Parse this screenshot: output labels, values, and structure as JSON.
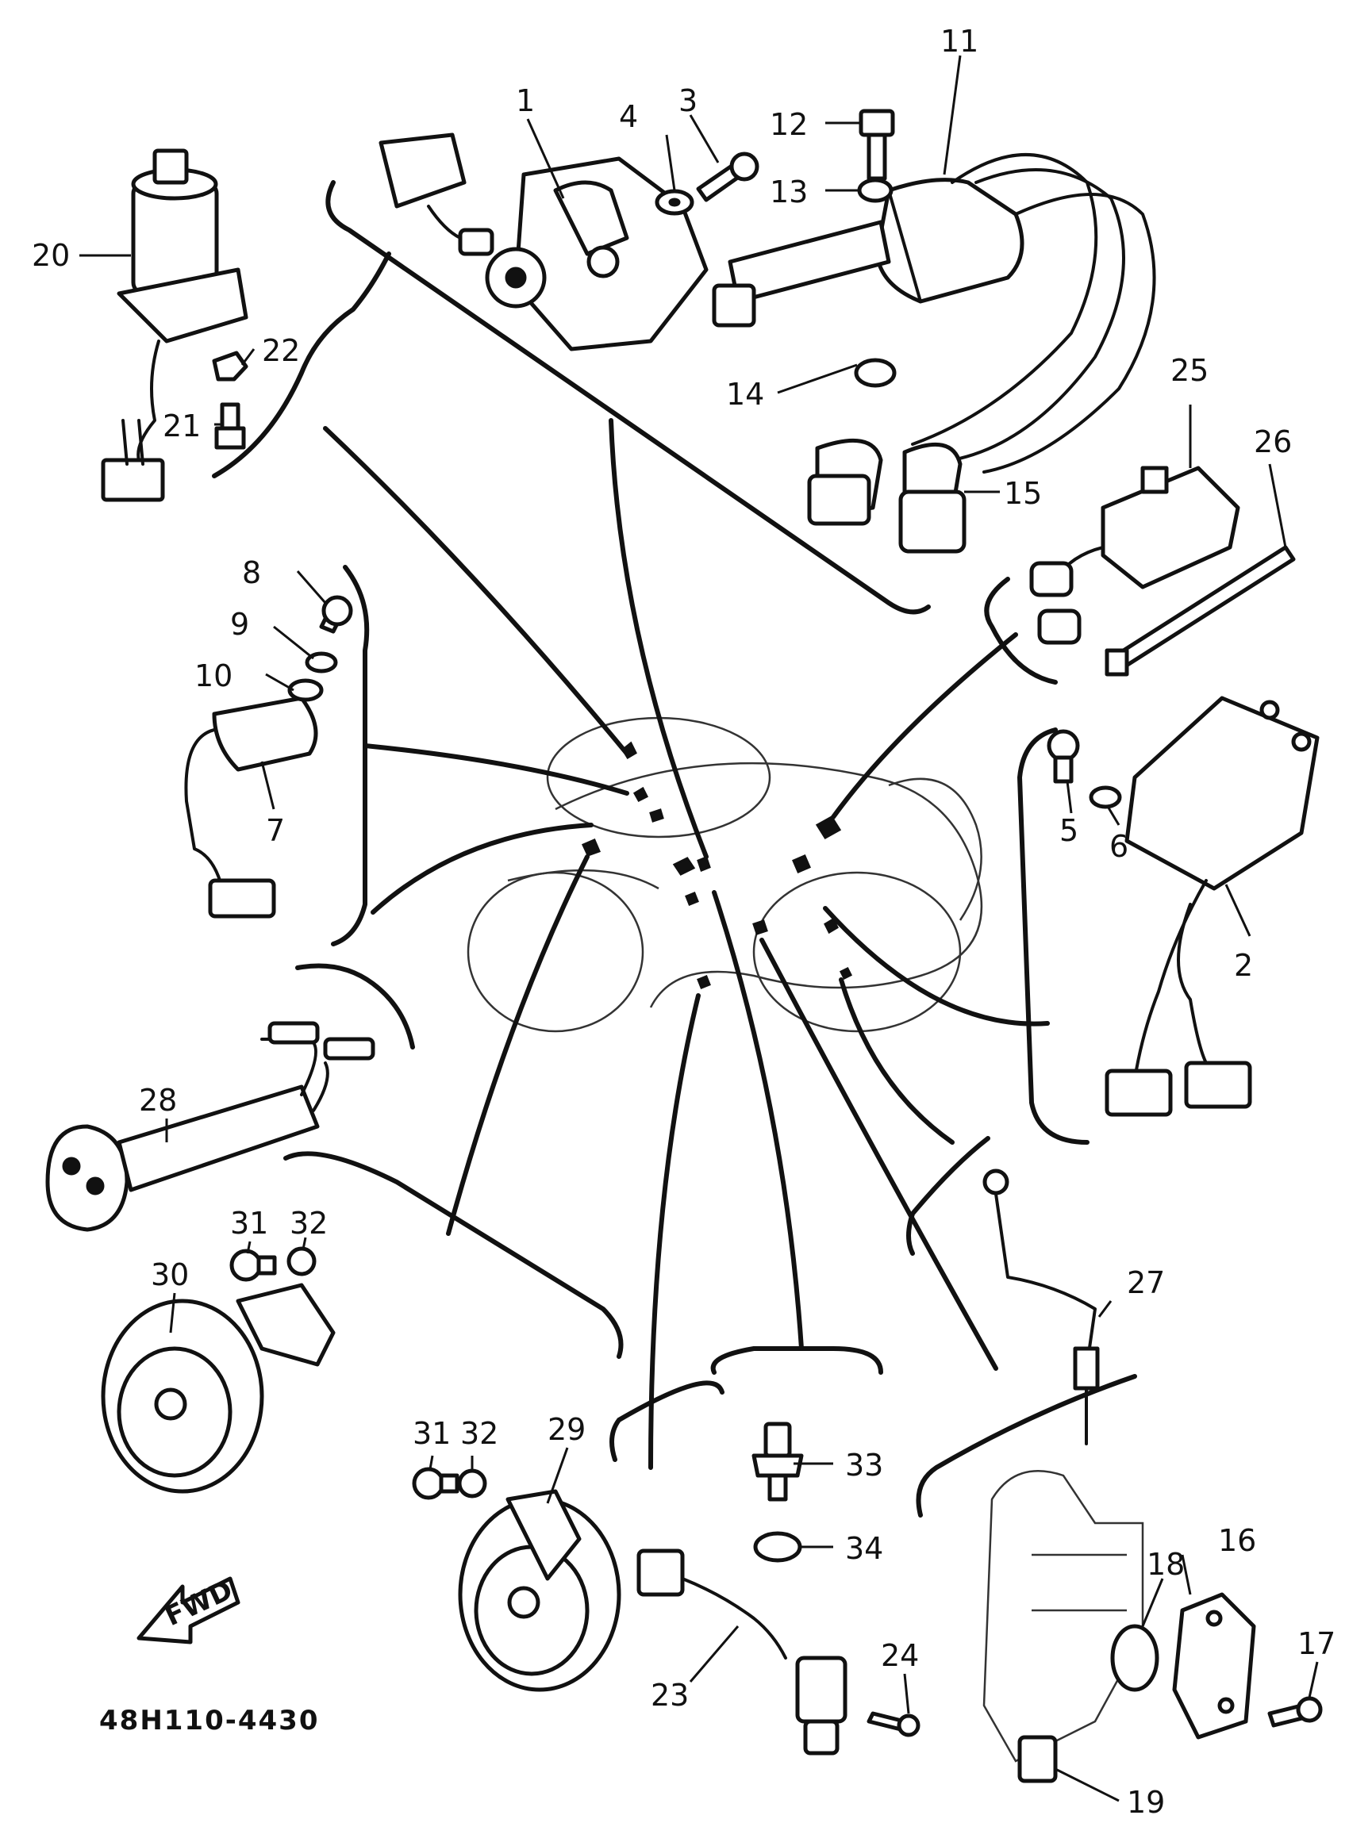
{
  "diagram": {
    "part_code": "48H110-4430",
    "direction_arrow": "FWD",
    "callouts": {
      "c1": "1",
      "c2": "2",
      "c3": "3",
      "c4": "4",
      "c5": "5",
      "c6": "6",
      "c7": "7",
      "c8": "8",
      "c9": "9",
      "c10": "10",
      "c11": "11",
      "c12": "12",
      "c13": "13",
      "c14": "14",
      "c15": "15",
      "c16": "16",
      "c17": "17",
      "c18": "18",
      "c19": "19",
      "c20": "20",
      "c21": "21",
      "c22": "22",
      "c23": "23",
      "c24": "24",
      "c25": "25",
      "c26": "26",
      "c27": "27",
      "c28": "28",
      "c29": "29",
      "c30": "30",
      "c31a": "31",
      "c32a": "32",
      "c31b": "31",
      "c32b": "32",
      "c33": "33",
      "c34": "34"
    }
  }
}
